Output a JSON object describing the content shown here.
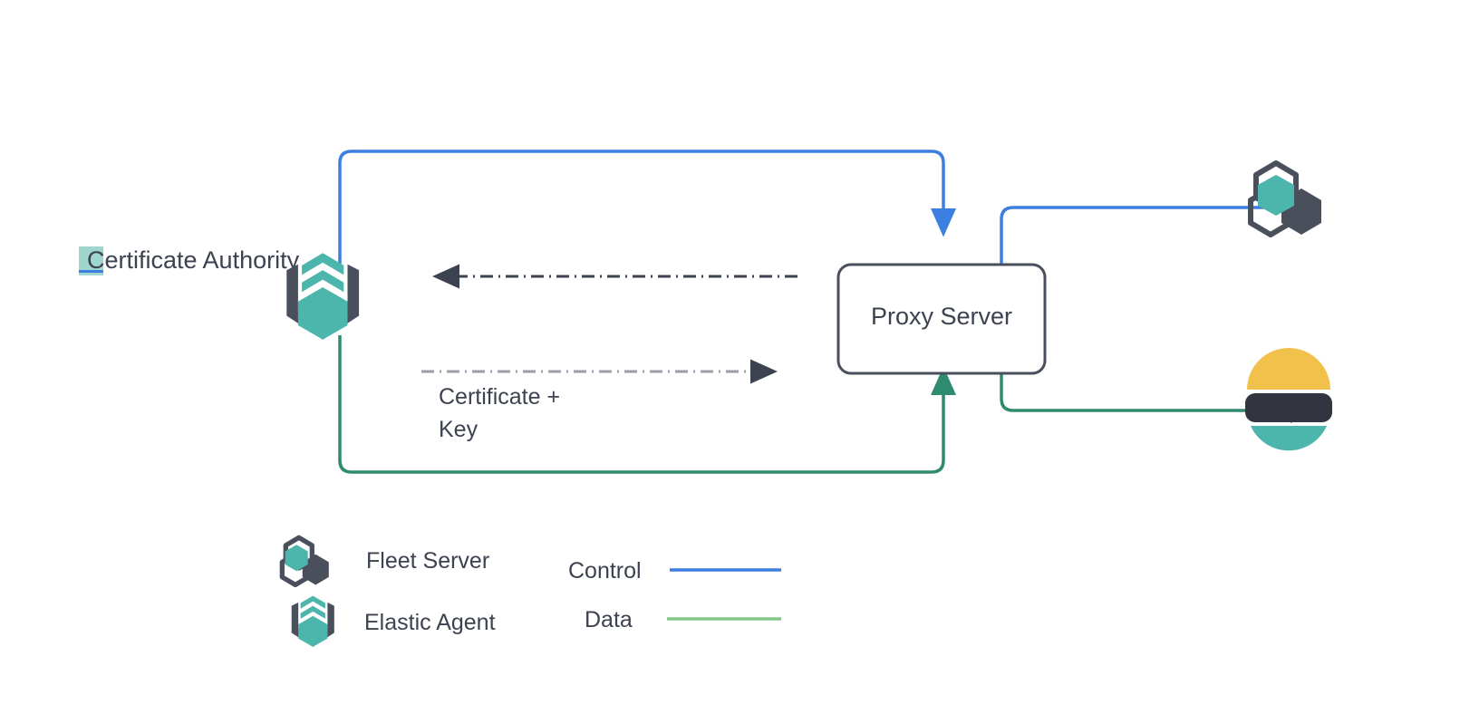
{
  "diagram": {
    "title_node": "Proxy Server",
    "nodes": [
      {
        "id": "certificate-authority",
        "label": "Certificate Authority",
        "icon": "elastic-agent-icon",
        "highlighted": true,
        "highlight_color": "#9fd6cd"
      },
      {
        "id": "proxy-server",
        "label": "Proxy Server",
        "icon": "none"
      },
      {
        "id": "fleet-server",
        "label": "",
        "icon": "fleet-server-icon"
      },
      {
        "id": "elasticsearch",
        "label": "",
        "icon": "elasticsearch-icon"
      }
    ],
    "edges": [
      {
        "id": "agent-to-proxy-control",
        "label": "",
        "style": "solid",
        "color": "#3d7fe0",
        "kind": "control"
      },
      {
        "id": "agent-to-proxy-data",
        "label": "",
        "style": "solid",
        "color": "#2e8b6f",
        "kind": "data"
      },
      {
        "id": "proxy-to-fleet-control",
        "label": "",
        "style": "solid",
        "color": "#3d7fe0",
        "kind": "control"
      },
      {
        "id": "proxy-to-elasticsearch-data",
        "label": "",
        "style": "solid",
        "color": "#2e8b6f",
        "kind": "data"
      },
      {
        "id": "proxy-to-ca-request",
        "label": "",
        "style": "dash-dot",
        "color": "#3d4251",
        "kind": "certificate-request"
      },
      {
        "id": "ca-to-proxy-certificate",
        "label": "Certificate +\nKey",
        "label_line1": "Certificate +",
        "label_line2": "Key",
        "style": "dash-dot",
        "color": "#9a9ea8",
        "kind": "certificate-delivery"
      }
    ]
  },
  "legend": {
    "icons": [
      {
        "id": "fleet-server",
        "label": "Fleet Server",
        "icon": "fleet-server-icon"
      },
      {
        "id": "elastic-agent",
        "label": "Elastic Agent",
        "icon": "elastic-agent-icon"
      }
    ],
    "lines": [
      {
        "id": "control",
        "label": "Control",
        "color": "#3d7fe0"
      },
      {
        "id": "data",
        "label": "Data",
        "color": "#82c785"
      }
    ]
  },
  "colors": {
    "control_blue": "#3d7fe0",
    "data_green": "#2e8b6f",
    "legend_data_green": "#82c785",
    "teal": "#4db6ac",
    "dark_slate": "#4a4f5c",
    "text": "#3d4251",
    "dash_dark": "#3d4251",
    "dash_light": "#9a9ea8",
    "es_yellow": "#f2c14b",
    "es_dark": "#32353f",
    "es_teal": "#4db6ac",
    "highlight": "#9fd6cd",
    "box_border": "#4a4f5c"
  }
}
